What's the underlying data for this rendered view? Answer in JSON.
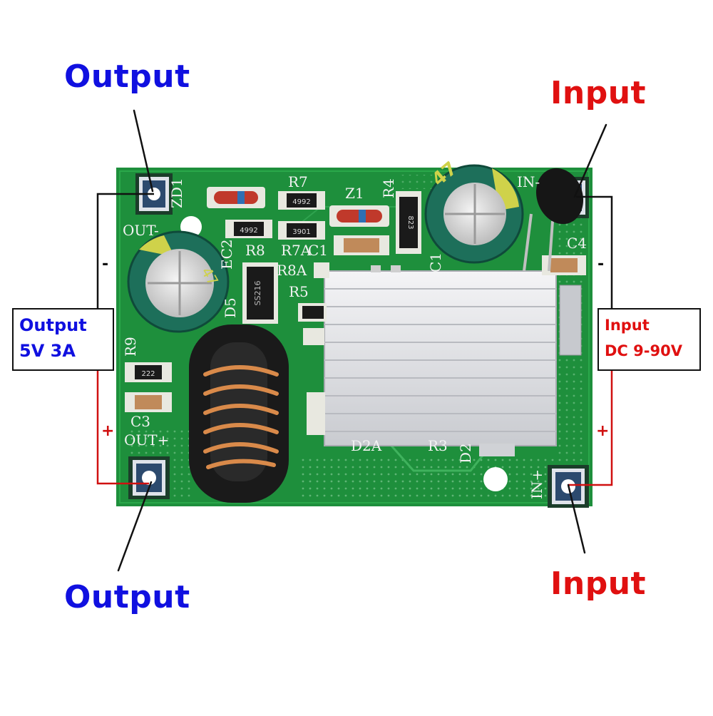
{
  "labels": {
    "output_top": "Output",
    "output_bottom": "Output",
    "input_top": "Input",
    "input_bottom": "Input"
  },
  "output_box": {
    "line1": "Output",
    "line2": "5V 3A"
  },
  "input_box": {
    "line1": "Input",
    "line2": "DC 9-90V"
  },
  "polarity": {
    "out_minus": "-",
    "out_plus": "+",
    "in_minus": "-",
    "in_plus": "+"
  },
  "silkscreen": {
    "zd1": "ZD1",
    "r7": "R7",
    "z1": "Z1",
    "r4": "R4",
    "in_minus": "IN-",
    "out_minus": "OUT-",
    "ec2": "EC2",
    "r8": "R8",
    "r7a": "R7A",
    "c1_top": "C1",
    "c1": "C1",
    "c4": "C4",
    "r8a": "R8A",
    "r5": "R5",
    "d5": "D5",
    "r9": "R9",
    "c3": "C3",
    "out_plus": "OUT+",
    "d2a": "D2A",
    "r3": "R3",
    "d2": "D2",
    "in_plus": "IN+"
  },
  "component_marks": {
    "r7_value": "4992",
    "r7a_value": "3901",
    "r8_value": "4992",
    "r9_value": "222",
    "r4_value": "823",
    "d5_value": "SS216",
    "cap_value": "47"
  },
  "colors": {
    "output": "#1010e0",
    "input": "#e01010",
    "pcb": "#1e8f3c",
    "line_black": "#111111",
    "line_red": "#d01010"
  }
}
